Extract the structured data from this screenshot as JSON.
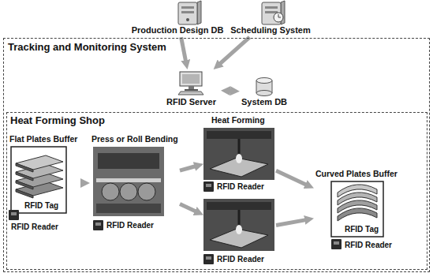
{
  "diagram": {
    "nodes": [
      {
        "text": [
          "Production Design DB"
        ]
      },
      {
        "text": [
          "Scheduling System"
        ]
      },
      {
        "text": [
          "Tracking and Monitoring System"
        ]
      },
      {
        "text": [
          "RFID Server"
        ],
        "in": 2
      },
      {
        "text": [
          "System DB"
        ],
        "in": 2
      },
      {
        "text": [
          "Heat Forming Shop"
        ],
        "in": 2
      },
      {
        "text": [
          "Flat Plates Buffer",
          "RFID Tag",
          "RFID Reader"
        ],
        "in": 5
      },
      {
        "text": [
          "Press or Roll Bending",
          "RFID Reader"
        ],
        "in": 5
      },
      {
        "text": [
          "Heat Forming",
          "RFID Reader"
        ],
        "in": 5
      },
      {
        "text": [
          "RFID Reader"
        ],
        "in": 5
      },
      {
        "text": [
          "Curved Plates Buffer",
          "RFID Tag",
          "RFID Reader"
        ],
        "in": 5
      }
    ],
    "edges": [
      {
        "from": 0,
        "to": 3,
        "arrow": "to"
      },
      {
        "from": 1,
        "to": 3,
        "arrow": "to"
      },
      {
        "from": 3,
        "to": 4,
        "arrow": "both"
      },
      {
        "from": 6,
        "to": 7,
        "arrow": "to"
      },
      {
        "from": 7,
        "to": 8,
        "arrow": "to"
      },
      {
        "from": 7,
        "to": 9,
        "arrow": "to"
      },
      {
        "from": 8,
        "to": 10,
        "arrow": "to"
      },
      {
        "from": 9,
        "to": 10,
        "arrow": "to"
      }
    ]
  }
}
